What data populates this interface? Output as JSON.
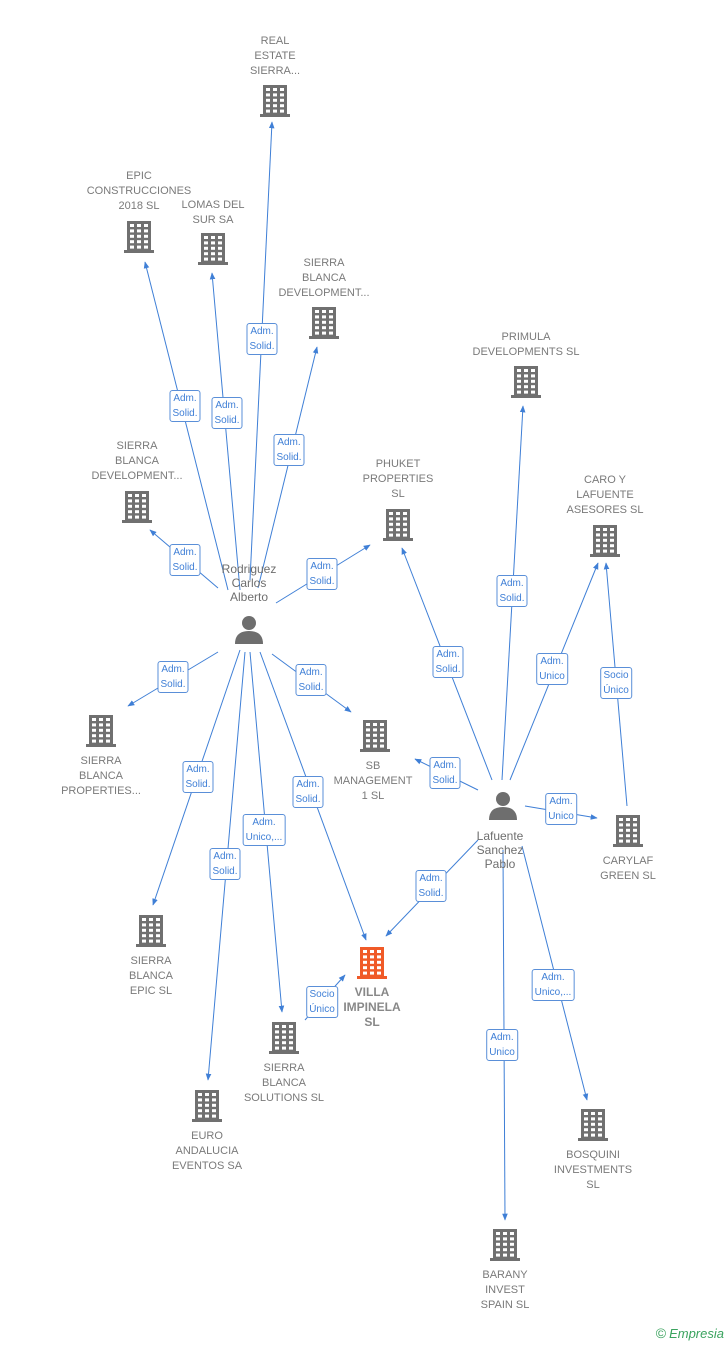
{
  "nodes": [
    {
      "id": "real-estate-sierra",
      "kind": "company",
      "label": [
        "REAL",
        "ESTATE",
        "SIERRA..."
      ]
    },
    {
      "id": "epic-construcciones",
      "kind": "company",
      "label": [
        "EPIC",
        "CONSTRUCCIONES",
        "2018  SL"
      ]
    },
    {
      "id": "lomas-del-sur",
      "kind": "company",
      "label": [
        "LOMAS DEL",
        "SUR SA"
      ]
    },
    {
      "id": "sierra-blanca-development-1",
      "kind": "company",
      "label": [
        "SIERRA",
        "BLANCA",
        "DEVELOPMENT..."
      ]
    },
    {
      "id": "primula-developments",
      "kind": "company",
      "label": [
        "PRIMULA",
        "DEVELOPMENTS SL"
      ]
    },
    {
      "id": "sierra-blanca-development-2",
      "kind": "company",
      "label": [
        "SIERRA",
        "BLANCA",
        "DEVELOPMENT..."
      ]
    },
    {
      "id": "phuket-properties",
      "kind": "company",
      "label": [
        "PHUKET",
        "PROPERTIES",
        "SL"
      ]
    },
    {
      "id": "caro-y-lafuente",
      "kind": "company",
      "label": [
        "CARO Y",
        "LAFUENTE",
        "ASESORES  SL"
      ]
    },
    {
      "id": "rodriguez-carlos",
      "kind": "person",
      "label": [
        "Rodriguez",
        "Carlos",
        "Alberto"
      ]
    },
    {
      "id": "sierra-blanca-properties",
      "kind": "company",
      "label": [
        "SIERRA",
        "BLANCA",
        "PROPERTIES..."
      ]
    },
    {
      "id": "sb-management",
      "kind": "company",
      "label": [
        "SB",
        "MANAGEMENT",
        "1  SL"
      ]
    },
    {
      "id": "lafuente-sanchez",
      "kind": "person",
      "label": [
        "Lafuente",
        "Sanchez",
        "Pablo"
      ]
    },
    {
      "id": "carylaf-green",
      "kind": "company",
      "label": [
        "CARYLAF",
        "GREEN  SL"
      ]
    },
    {
      "id": "sierra-blanca-epic",
      "kind": "company",
      "label": [
        "SIERRA",
        "BLANCA",
        "EPIC  SL"
      ]
    },
    {
      "id": "villa-impinela",
      "kind": "main",
      "label": [
        "VILLA",
        "IMPINELA",
        "SL"
      ]
    },
    {
      "id": "sierra-blanca-solutions",
      "kind": "company",
      "label": [
        "SIERRA",
        "BLANCA",
        "SOLUTIONS SL"
      ]
    },
    {
      "id": "euro-andalucia",
      "kind": "company",
      "label": [
        "EURO",
        "ANDALUCIA",
        "EVENTOS SA"
      ]
    },
    {
      "id": "bosquini-investments",
      "kind": "company",
      "label": [
        "BOSQUINI",
        "INVESTMENTS",
        "SL"
      ]
    },
    {
      "id": "barany-invest",
      "kind": "company",
      "label": [
        "BARANY",
        "INVEST",
        "SPAIN  SL"
      ]
    }
  ],
  "edges": [
    {
      "from": "rodriguez-carlos",
      "to": "real-estate-sierra",
      "label": [
        "Adm.",
        "Solid."
      ]
    },
    {
      "from": "rodriguez-carlos",
      "to": "epic-construcciones",
      "label": [
        "Adm.",
        "Solid."
      ]
    },
    {
      "from": "rodriguez-carlos",
      "to": "lomas-del-sur",
      "label": [
        "Adm.",
        "Solid."
      ]
    },
    {
      "from": "rodriguez-carlos",
      "to": "sierra-blanca-development-1",
      "label": [
        "Adm.",
        "Solid."
      ]
    },
    {
      "from": "rodriguez-carlos",
      "to": "sierra-blanca-development-2",
      "label": [
        "Adm.",
        "Solid."
      ]
    },
    {
      "from": "rodriguez-carlos",
      "to": "phuket-properties",
      "label": [
        "Adm.",
        "Solid."
      ]
    },
    {
      "from": "rodriguez-carlos",
      "to": "sierra-blanca-properties",
      "label": [
        "Adm.",
        "Solid."
      ]
    },
    {
      "from": "rodriguez-carlos",
      "to": "sb-management",
      "label": [
        "Adm.",
        "Solid."
      ]
    },
    {
      "from": "rodriguez-carlos",
      "to": "sierra-blanca-epic",
      "label": [
        "Adm.",
        "Solid."
      ]
    },
    {
      "from": "rodriguez-carlos",
      "to": "villa-impinela",
      "label": [
        "Adm.",
        "Solid."
      ]
    },
    {
      "from": "rodriguez-carlos",
      "to": "sierra-blanca-solutions",
      "label": [
        "Adm.",
        "Unico,..."
      ]
    },
    {
      "from": "rodriguez-carlos",
      "to": "euro-andalucia",
      "label": [
        "Adm.",
        "Solid."
      ]
    },
    {
      "from": "lafuente-sanchez",
      "to": "primula-developments",
      "label": [
        "Adm.",
        "Solid."
      ]
    },
    {
      "from": "lafuente-sanchez",
      "to": "phuket-properties",
      "label": [
        "Adm.",
        "Solid."
      ]
    },
    {
      "from": "lafuente-sanchez",
      "to": "caro-y-lafuente",
      "label": [
        "Adm.",
        "Unico"
      ]
    },
    {
      "from": "carylaf-green",
      "to": "caro-y-lafuente",
      "label": [
        "Socio",
        "Único"
      ]
    },
    {
      "from": "lafuente-sanchez",
      "to": "sb-management",
      "label": [
        "Adm.",
        "Solid."
      ]
    },
    {
      "from": "lafuente-sanchez",
      "to": "carylaf-green",
      "label": [
        "Adm.",
        "Unico"
      ]
    },
    {
      "from": "lafuente-sanchez",
      "to": "villa-impinela",
      "label": [
        "Adm.",
        "Solid."
      ]
    },
    {
      "from": "lafuente-sanchez",
      "to": "bosquini-investments",
      "label": [
        "Adm.",
        "Unico,..."
      ]
    },
    {
      "from": "lafuente-sanchez",
      "to": "barany-invest",
      "label": [
        "Adm.",
        "Unico"
      ]
    },
    {
      "from": "sierra-blanca-solutions",
      "to": "villa-impinela",
      "label": [
        "Socio",
        "Único"
      ]
    }
  ],
  "colors": {
    "company_icon": "#707070",
    "main_icon": "#f05a28",
    "person_icon": "#6e6e6e",
    "edge": "#3f7fd6",
    "edge_label_border": "#5a8fd8"
  },
  "brand": {
    "copyright": "©",
    "name": "Empresia"
  }
}
